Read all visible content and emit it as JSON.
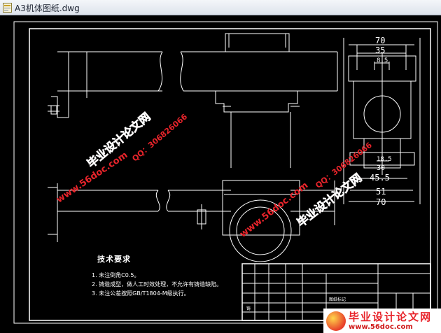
{
  "window": {
    "title": "A3机体图纸.dwg",
    "file_icon": "dwg-file-icon"
  },
  "dimensions": {
    "d70_top": "70",
    "d35": "35",
    "d8_5": "8.5",
    "d18_5": "18.5",
    "d30": "30",
    "d45_5": "45.5",
    "d51": "51",
    "d70_bottom": "70"
  },
  "tech_notes": {
    "heading": "技术要求",
    "items": [
      "1. 未注倒角C0.5。",
      "2. 铸造成型，做人工时效处理，不允许有铸造缺陷。",
      "3. 未注公差按照GB/T1804-M级执行。"
    ]
  },
  "title_block": {
    "label_a": "图纸标记",
    "label_b": "铸"
  },
  "watermarks": {
    "site_1": "www.56doc.com",
    "qq_1": "QQ：306826066",
    "name_1": "毕业设计论文网",
    "site_2": "www.56doc.com",
    "qq_2": "QQ：306826066",
    "name_2": "毕业设计论文网"
  },
  "logo": {
    "name": "毕业设计论文网",
    "url": "www.56doc.com"
  },
  "colors": {
    "drawing_bg": "#000000",
    "lines": "#ffffff",
    "watermark": "#e8242b"
  }
}
